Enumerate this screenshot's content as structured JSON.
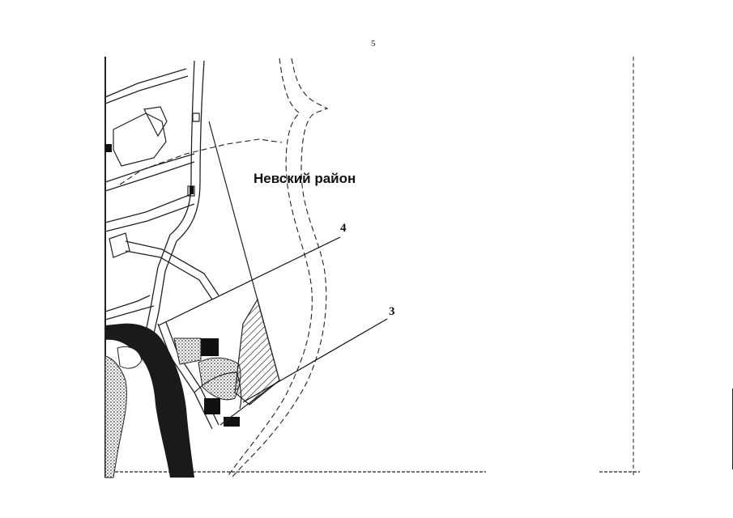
{
  "page": {
    "number": "5"
  },
  "map": {
    "district_label": "Невский район",
    "callouts": [
      {
        "label": "4"
      },
      {
        "label": "3"
      }
    ]
  },
  "colors": {
    "ink": "#111111",
    "paper": "#ffffff"
  }
}
